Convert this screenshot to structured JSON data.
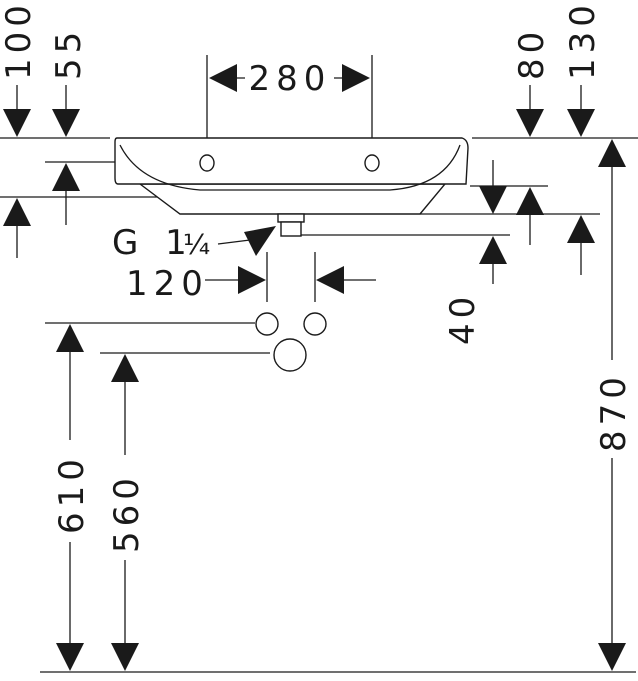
{
  "drawing": {
    "type": "washbasin-dimension-drawing",
    "units": "mm"
  },
  "dimensions": {
    "tap_hole_spacing": "280",
    "left_top_outer": "100",
    "left_top_inner": "55",
    "right_top_inner": "80",
    "right_top_outer": "130",
    "waste_thread": "G 1",
    "waste_thread_fraction": "¼",
    "supply_spacing": "120",
    "waste_drop": "40",
    "supply_height_outer": "610",
    "supply_height_inner": "560",
    "rim_height": "870"
  }
}
